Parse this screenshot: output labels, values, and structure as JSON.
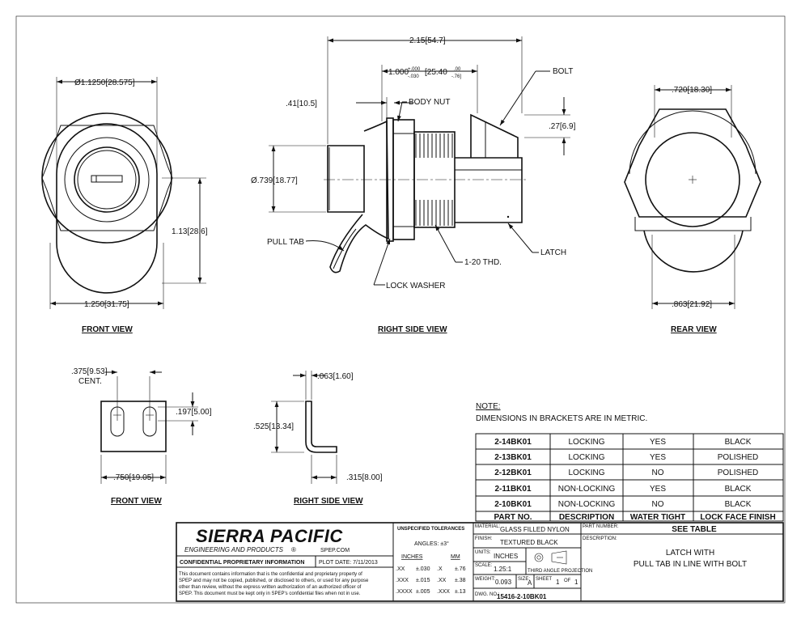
{
  "views": {
    "front_view": "FRONT VIEW",
    "right_side_view": "RIGHT SIDE VIEW",
    "rear_view": "REAR VIEW",
    "bracket_front_view": "FRONT VIEW",
    "bracket_side_view": "RIGHT SIDE VIEW"
  },
  "dims": {
    "front_dia": "Ø1.1250[28.575]",
    "front_height": "1.13[28.6]",
    "front_width": "1.250[31.75]",
    "side_overall": "2.15[54.7]",
    "side_nut_a": "1.000",
    "side_nut_b": "+.000",
    "side_nut_c": "-.030",
    "side_nut_d": "[25.40",
    "side_nut_e": ".00",
    "side_nut_f": "-.76]",
    "side_41": ".41[10.5]",
    "side_27": ".27[6.9]",
    "side_dia": "Ø.739[18.77]",
    "rear_top": ".720[18.30]",
    "rear_bottom": ".863[21.92]",
    "br_cent_a": ".375[9.53]",
    "br_cent_b": "CENT.",
    "br_197": ".197[5.00]",
    "br_750": ".750[19.05]",
    "br_063": ".063[1.60]",
    "br_525": ".525[13.34]",
    "br_315": ".315[8.00]"
  },
  "callouts": {
    "bolt": "BOLT",
    "body_nut": "BODY NUT",
    "pull_tab": "PULL TAB",
    "lock_washer": "LOCK WASHER",
    "thread": "1-20 THD.",
    "latch": "LATCH"
  },
  "note": {
    "title": "NOTE:",
    "text": "DIMENSIONS IN BRACKETS ARE IN METRIC."
  },
  "table": {
    "headers": [
      "PART NO.",
      "DESCRIPTION",
      "WATER TIGHT",
      "LOCK FACE FINISH"
    ],
    "rows": [
      [
        "2-14BK01",
        "LOCKING",
        "YES",
        "BLACK"
      ],
      [
        "2-13BK01",
        "LOCKING",
        "YES",
        "POLISHED"
      ],
      [
        "2-12BK01",
        "LOCKING",
        "NO",
        "POLISHED"
      ],
      [
        "2-11BK01",
        "NON-LOCKING",
        "YES",
        "BLACK"
      ],
      [
        "2-10BK01",
        "NON-LOCKING",
        "NO",
        "BLACK"
      ]
    ]
  },
  "title_block": {
    "company": "SIERRA PACIFIC",
    "sub": "ENGINEERING AND PRODUCTS",
    "reg": "®",
    "web": "SPEP.COM",
    "conf": "CONFIDENTIAL PROPRIETARY INFORMATION",
    "plot_date": "PLOT DATE: 7/11/2013",
    "disclaimer": [
      "This document contains information that is the confidential and proprietary property of",
      "SPEP and may not be copied, published, or disclosed to others, or used for any purpose",
      "other than review, without the express written authorization of an authorized officer of",
      "SPEP. This document must be kept only in SPEP's confidential files when not in use."
    ],
    "tol_title": "UNSPECIFIED TOLERANCES",
    "angles": "ANGLES: ±3°",
    "inches_h": "INCHES",
    "mm_h": "MM",
    "tol_rows": [
      [
        ".XX",
        "±.030",
        ".X",
        "±.76"
      ],
      [
        ".XXX",
        "±.015",
        ".XX",
        "±.38"
      ],
      [
        ".XXXX",
        "±.005",
        ".XXX",
        "±.13"
      ]
    ],
    "material_label": "MATERIAL:",
    "material": "GLASS FILLED NYLON",
    "finish_label": "FINISH:",
    "finish": "TEXTURED BLACK",
    "units_label": "UNITS:",
    "units": "INCHES",
    "scale_label": "SCALE:",
    "scale": "1.25:1",
    "projection": "THIRD ANGLE PROJECTION",
    "weight_label": "WEIGHT:",
    "weight": "0.093",
    "size_label": "SIZE:",
    "size": "A",
    "sheet_label": "SHEET",
    "sheet": "1",
    "of_label": "OF",
    "of": "1",
    "dwg_label": "DWG. NO.:",
    "dwg": "15416-2-10BK01",
    "partnum_label": "PART NUMBER:",
    "partnum": "SEE TABLE",
    "desc_label": "DESCRIPTION:",
    "desc_1": "LATCH WITH",
    "desc_2": "PULL TAB IN LINE WITH BOLT"
  }
}
